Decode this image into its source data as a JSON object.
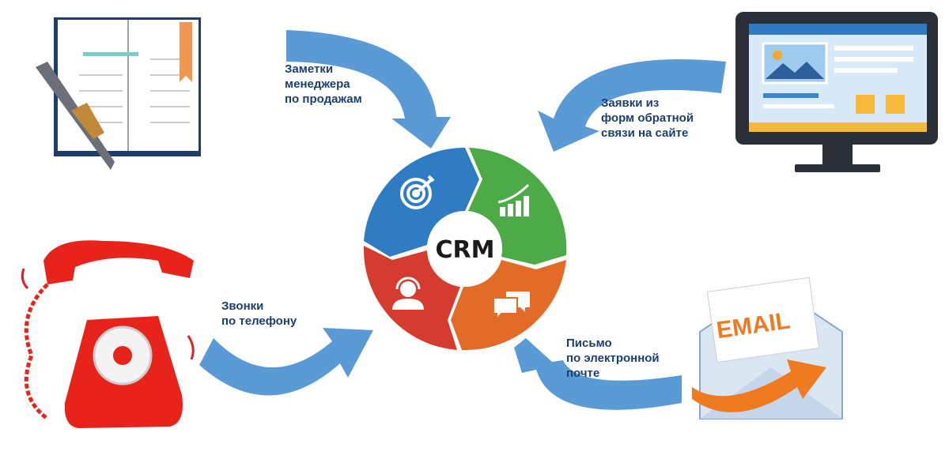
{
  "center": {
    "label": "CRM"
  },
  "sources": [
    {
      "id": "notes",
      "label": "Заметки\nменеджера\nпо продажам",
      "icon": "notebook-pen-icon"
    },
    {
      "id": "web-forms",
      "label": "Заявки из\nформ обратной\nсвязи на сайте",
      "icon": "monitor-website-icon"
    },
    {
      "id": "calls",
      "label": "Звонки\nпо телефону",
      "icon": "telephone-icon"
    },
    {
      "id": "email",
      "label": "Письмо\nпо электронной\nпочте",
      "icon": "email-envelope-icon",
      "badge": "EMAIL"
    }
  ],
  "ring_segments": [
    {
      "name": "target",
      "color": "#2f7cc3",
      "icon": "target-icon"
    },
    {
      "name": "growth",
      "color": "#4caa47",
      "icon": "growth-chart-icon"
    },
    {
      "name": "chat",
      "color": "#e16b27",
      "icon": "chat-bubbles-icon"
    },
    {
      "name": "support",
      "color": "#d63b2f",
      "icon": "headset-operator-icon"
    }
  ],
  "colors": {
    "arrow": "#5b9bd5",
    "label": "#1d3f6e"
  }
}
